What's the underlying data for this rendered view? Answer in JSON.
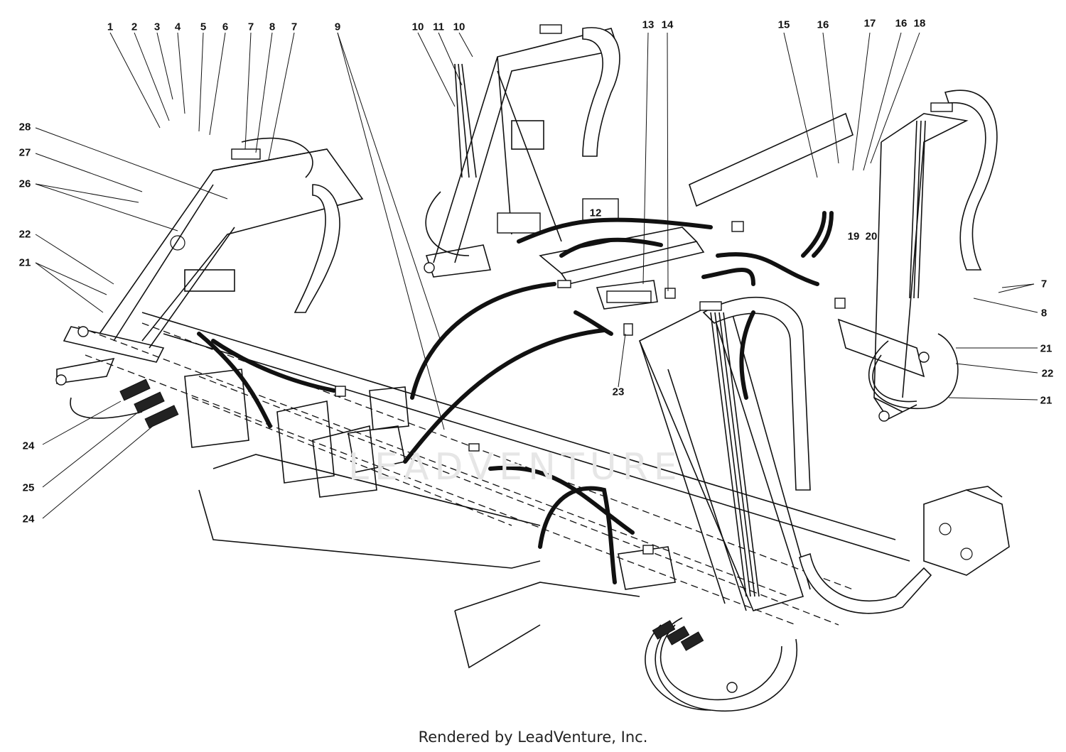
{
  "callouts": [
    "1",
    "2",
    "3",
    "4",
    "5",
    "6",
    "7",
    "8",
    "7",
    "9",
    "10",
    "11",
    "10",
    "13",
    "14",
    "15",
    "16",
    "17",
    "16",
    "18",
    "28",
    "27",
    "26",
    "22",
    "21",
    "12",
    "19",
    "20",
    "7",
    "8",
    "21",
    "22",
    "21",
    "23",
    "24",
    "25",
    "24"
  ],
  "watermark": "LEADVENTURE",
  "footer": "Rendered by LeadVenture, Inc."
}
